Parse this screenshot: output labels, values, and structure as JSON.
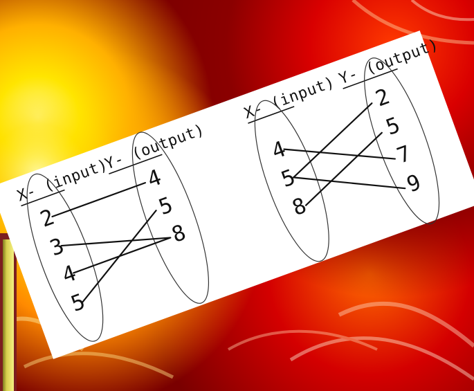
{
  "diagrams": [
    {
      "x_header": "X- (input)",
      "y_header": "Y- (output)",
      "inputs": [
        "2",
        "3",
        "4",
        "5"
      ],
      "outputs": [
        "4",
        "5",
        "8"
      ],
      "mappings": [
        [
          "2",
          "4"
        ],
        [
          "3",
          "8"
        ],
        [
          "4",
          "8"
        ],
        [
          "5",
          "5"
        ]
      ]
    },
    {
      "x_header": "X- (input)",
      "y_header": "Y- (output)",
      "inputs": [
        "4",
        "5",
        "8"
      ],
      "outputs": [
        "2",
        "5",
        "7",
        "9"
      ],
      "mappings": [
        [
          "4",
          "7"
        ],
        [
          "5",
          "2"
        ],
        [
          "5",
          "9"
        ],
        [
          "8",
          "5"
        ]
      ]
    }
  ],
  "colors": {
    "card": "#ffffff",
    "ink": "#111111",
    "background_primary": "#ff2a00",
    "background_highlight": "#ffe500",
    "side_tab": "#d9d24a"
  }
}
